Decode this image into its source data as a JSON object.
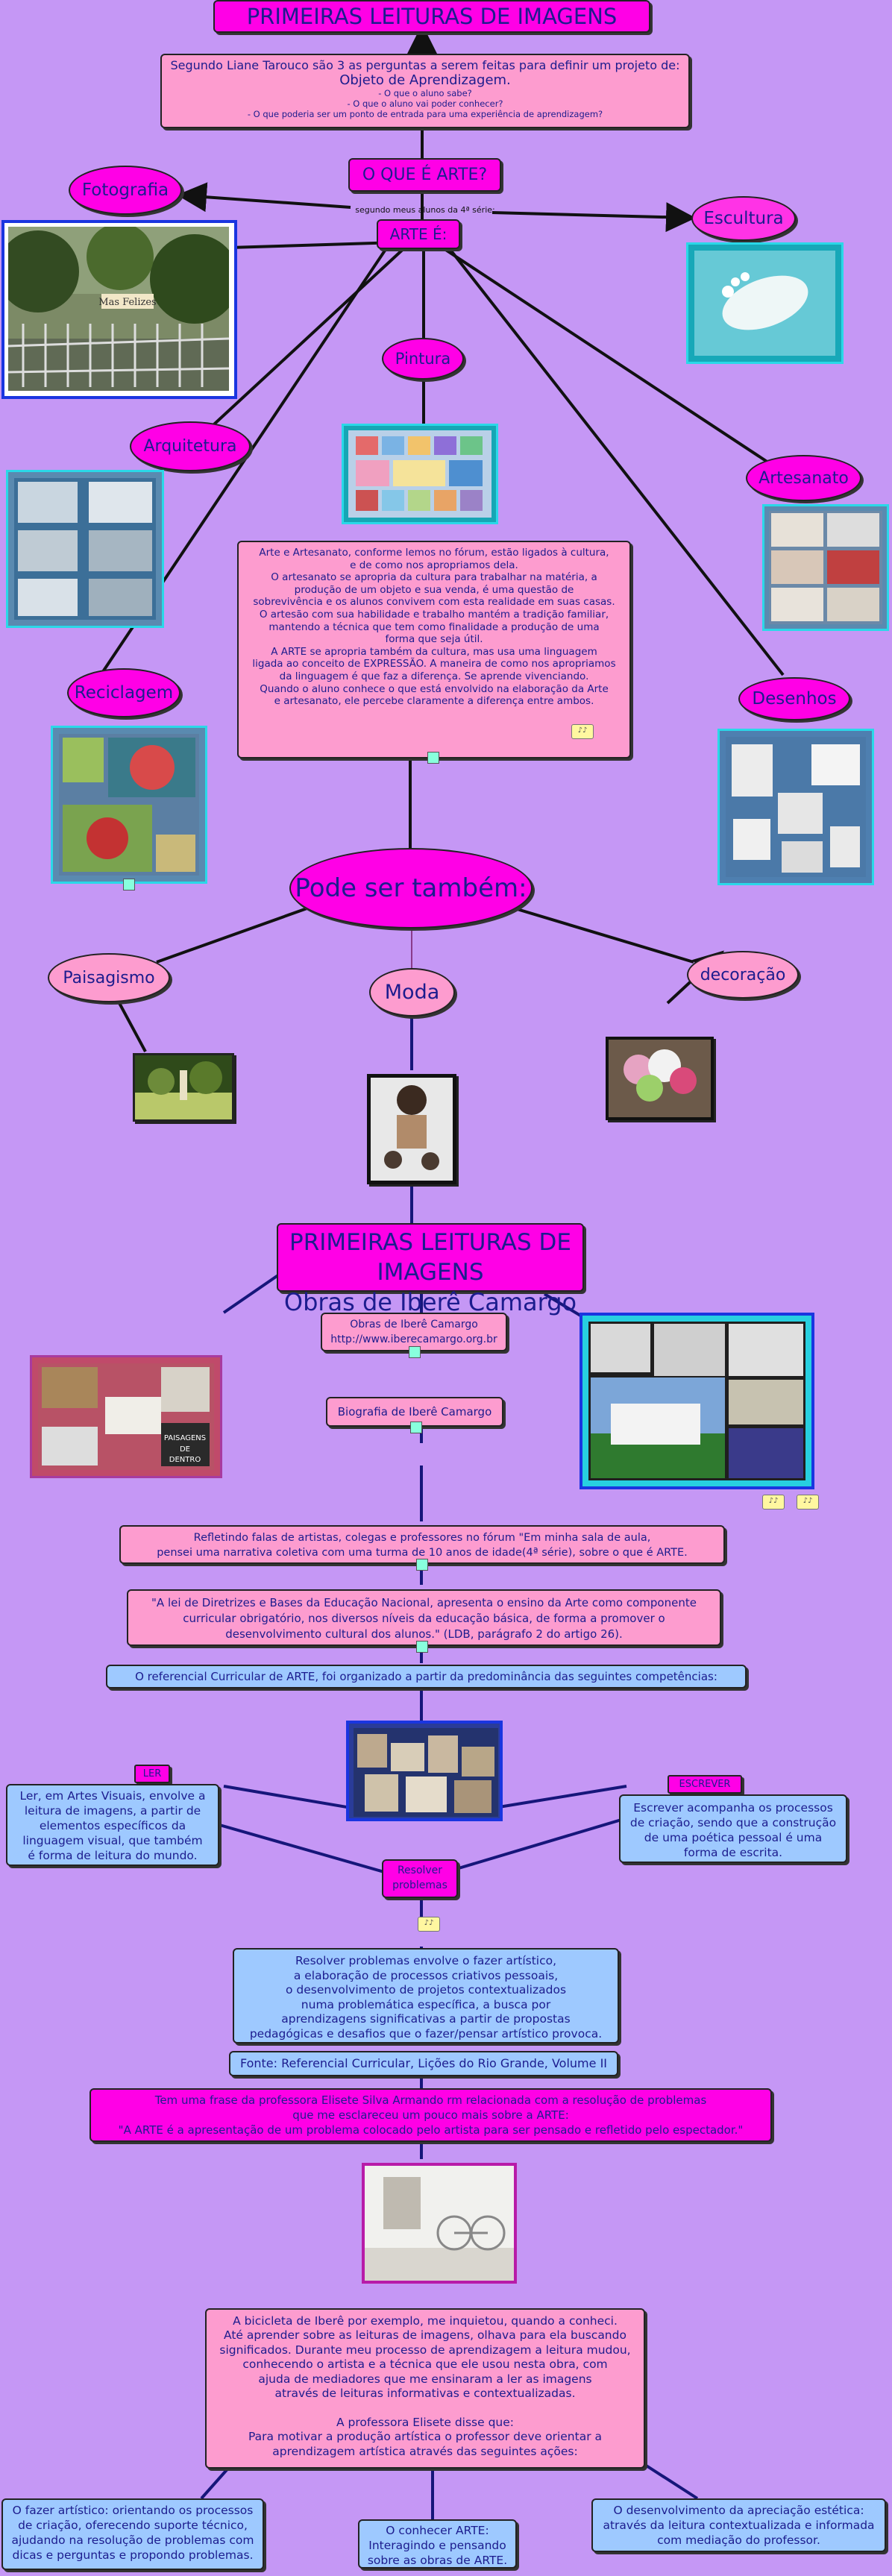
{
  "header": {
    "title": "PRIMEIRAS LEITURAS DE IMAGENS",
    "intro": "Segundo Liane Tarouco são 3 as perguntas a serem feitas para definir um projeto de:",
    "intro_em": "Objeto de Aprendizagem.",
    "questions": "- O que o aluno sabe?\n- O que o aluno vai poder conhecer?\n- O que poderia ser um ponto de entrada para uma experiência de aprendizagem?"
  },
  "what_is_art": {
    "question": "O QUE É ARTE?",
    "note": "segundo meus alunos da 4ª série:",
    "answer": "ARTE É:"
  },
  "categories": {
    "fotografia": "Fotografia",
    "escultura": "Escultura",
    "pintura": "Pintura",
    "arquitetura": "Arquitetura",
    "artesanato": "Artesanato",
    "reciclagem": "Reciclagem",
    "desenhos": "Desenhos"
  },
  "photo_caption": "Mas Felizes",
  "artesanato_text": "Arte e Artesanato, conforme lemos no fórum, estão ligados à cultura,\ne de como nos apropriamos dela.\nO artesanato se apropria da cultura para trabalhar na matéria, a\nprodução de um objeto e sua venda, é uma questão de\nsobrevivência e os alunos convivem com esta realidade em suas casas.\nO artesão com sua habilidade e trabalho mantém a tradição familiar,\nmantendo a técnica que tem como finalidade a produção de uma\nforma que seja útil.\nA ARTE se apropria também da cultura, mas usa uma linguagem\nligada ao conceito de EXPRESSÃO. A maneira de como nos apropriamos\nda linguagem é que faz a diferença. Se aprende vivenciando.\nQuando o aluno conhece o que está envolvido na elaboração da Arte\ne artesanato, ele percebe claramente a diferença entre ambos.",
  "also": {
    "title": "Pode ser também:",
    "paisagismo": "Paisagismo",
    "moda": "Moda",
    "decoracao": "decoração"
  },
  "ibere": {
    "title_line1": "PRIMEIRAS LEITURAS DE IMAGENS",
    "title_line2": "Obras de Iberê Camargo",
    "site_line1": "Obras de Iberê Camargo",
    "site_line2": "http://www.iberecamargo.org.br",
    "bio": "Biografia de Iberê Camargo",
    "painting_caption": "PAISAGENS DE DENTRO"
  },
  "reflections": {
    "forum": "Refletindo falas de artistas, colegas e professores no fórum \"Em minha sala de aula,\npensei uma narrativa coletiva com uma turma de 10 anos de idade(4ª série), sobre o que é ARTE.",
    "ldb": "\"A lei de Diretrizes e Bases da Educação Nacional, apresenta o ensino da Arte como componente\ncurricular obrigatório, nos diversos níveis da educação básica, de forma a promover o\ndesenvolvimento cultural dos alunos.\" (LDB, parágrafo 2 do artigo 26).",
    "referencial": "O referencial Curricular de ARTE, foi organizado a partir da predominância das seguintes competências:"
  },
  "competencias": {
    "ler_tag": "LER",
    "ler_text": "Ler, em Artes Visuais, envolve a\nleitura de imagens, a partir de\nelementos específicos da\nlinguagem visual, que também\né forma de leitura do mundo.",
    "escrever_tag": "ESCREVER",
    "escrever_text": "Escrever acompanha os processos\nde criação, sendo que a construção\nde uma poética pessoal é uma\nforma de escrita.",
    "resolver_tag": "Resolver\nproblemas",
    "resolver_text": "Resolver problemas envolve o fazer artístico,\na elaboração de processos criativos pessoais,\no desenvolvimento de projetos contextualizados\nnuma problemática específica, a busca por\naprendizagens significativas a partir de propostas\npedagógicas e desafios que o fazer/pensar artístico provoca.",
    "fonte": "Fonte: Referencial Curricular, Lições do Rio Grande, Volume II"
  },
  "quote": "Tem uma frase da professora Elisete Silva Armando rm relacionada com a resolução de problemas\nque me esclareceu um pouco mais sobre a ARTE:\n\"A ARTE é a apresentação de um problema colocado pelo artista para ser pensado e refletido pelo espectador.\"",
  "bicicleta": "A bicicleta de Iberê por exemplo, me inquietou, quando a conheci.\nAté aprender sobre as leituras de imagens, olhava para ela buscando\nsignificados. Durante meu processo de aprendizagem a leitura mudou,\nconhecendo o artista e a técnica que ele usou nesta obra, com\najuda de mediadores que me ensinaram a ler as imagens\natravés de leituras informativas e contextualizadas.\n\nA professora Elisete disse que:\nPara motivar a produção artística o professor deve orientar a\naprendizagem artística através das seguintes ações:",
  "acoes": {
    "fazer": "O fazer artístico: orientando os processos\nde criação, oferecendo suporte técnico,\najudando na resolução de problemas com\ndicas e perguntas e propondo problemas.",
    "conhecer": "O conhecer ARTE:\nInteragindo e pensando\nsobre as obras de ARTE.",
    "apreciacao": "O desenvolvimento da apreciação estética:\natravés da leitura contextualizada e informada\ncom mediação do professor."
  },
  "colors": {
    "background": "#c597f5",
    "pink": "#fd9ccf",
    "magenta": "#ff00e6",
    "blue": "#9ec9ff",
    "text": "#1c1c8e"
  }
}
